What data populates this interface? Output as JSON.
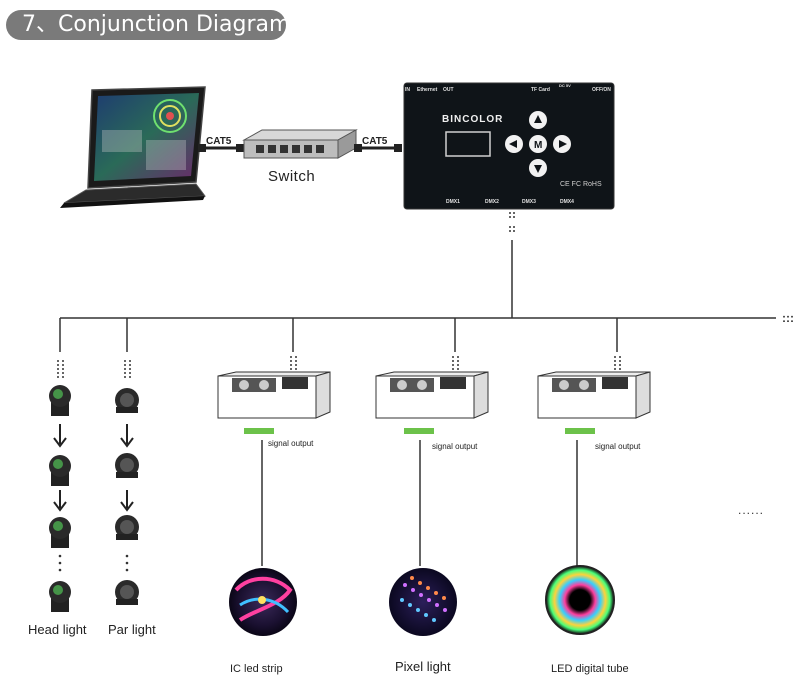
{
  "title": "7、Conjunction Diagram",
  "network": {
    "cable_left": "CAT5",
    "cable_right": "CAT5",
    "switch_label": "Switch"
  },
  "controller": {
    "brand": "BINCOLOR",
    "top_labels": [
      "IN",
      "Ethernet",
      "OUT",
      "TF Card",
      "DC 5V",
      "OFF/ON"
    ],
    "bottom_labels": [
      "DMX1",
      "DMX2",
      "DMX3",
      "DMX4"
    ],
    "button_center": "M",
    "cert": "CE FC RoHS"
  },
  "decoders": {
    "output_label": "signal output"
  },
  "fixtures": {
    "head_light": "Head light",
    "par_light": "Par light",
    "ic_led_strip": "IC led strip",
    "pixel_light": "Pixel light",
    "led_digital_tube": "LED digital tube"
  },
  "more_indicator": "......",
  "bus_continuation": ":::",
  "colors": {
    "title_bg": "#7a7a7a",
    "controller_body": "#0f1418",
    "line": "#333333"
  }
}
